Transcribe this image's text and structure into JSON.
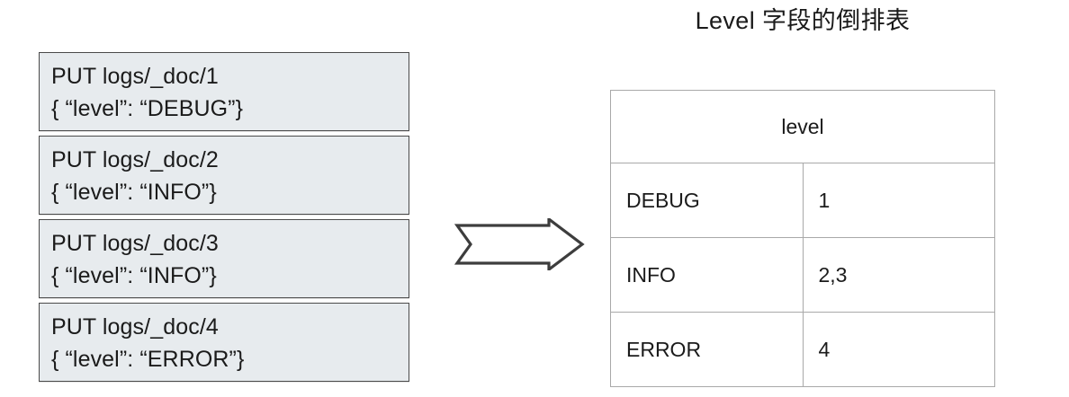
{
  "documents": {
    "items": [
      {
        "command": "PUT logs/_doc/1",
        "body": "{ “level”: “DEBUG”}"
      },
      {
        "command": "PUT logs/_doc/2",
        "body": "{ “level”: “INFO”}"
      },
      {
        "command": "PUT logs/_doc/3",
        "body": "{ “level”: “INFO”}"
      },
      {
        "command": "PUT logs/_doc/4",
        "body": "{ “level”: “ERROR”}"
      }
    ]
  },
  "arrow": {
    "icon": "right-arrow-icon",
    "stroke_color": "#3d3d3d",
    "fill_color": "#ffffff"
  },
  "inverted_index": {
    "title": "Level 字段的倒排表",
    "header": "level",
    "rows": [
      {
        "term": "DEBUG",
        "postings": "1"
      },
      {
        "term": "INFO",
        "postings": "2,3"
      },
      {
        "term": "ERROR",
        "postings": "4"
      }
    ]
  },
  "colors": {
    "doc_box_fill": "#e7ebee",
    "doc_box_border": "#4a4a4a",
    "table_border": "#a9a9a9",
    "text": "#1a1a1a",
    "page_background": "#ffffff"
  }
}
